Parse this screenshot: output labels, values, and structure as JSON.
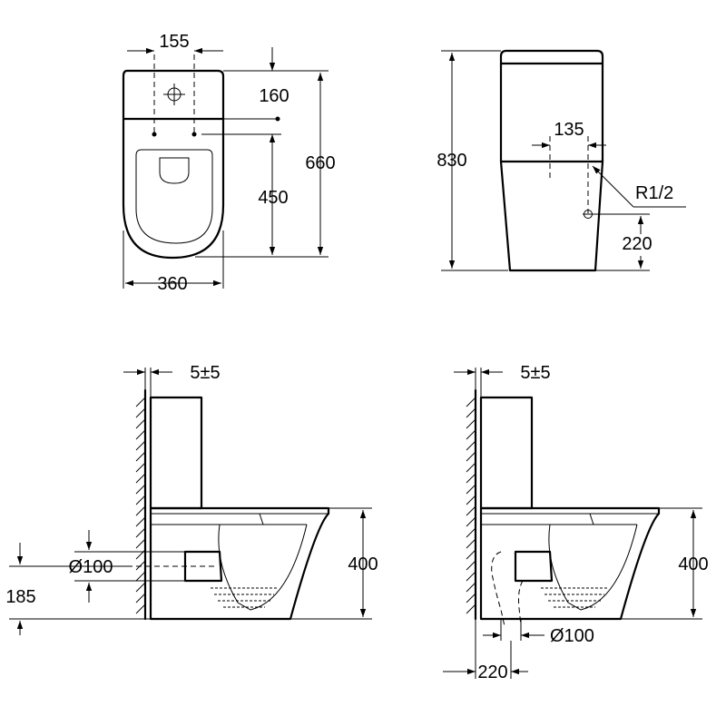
{
  "top_view": {
    "dim_inlet_spacing": "155",
    "dim_inlet_offset": "160",
    "dim_fixing_distance": "450",
    "dim_overall_length": "660",
    "dim_width": "360"
  },
  "side_view_right": {
    "dim_height": "830",
    "dim_inlet_depth": "135",
    "dim_thread": "R1/2",
    "dim_inlet_height": "220"
  },
  "section_left": {
    "dim_wall_gap": "5±5",
    "dim_outlet_diameter": "Ø100",
    "dim_outlet_height": "185",
    "dim_seat_height": "400"
  },
  "section_right": {
    "dim_wall_gap": "5±5",
    "dim_seat_height": "400",
    "dim_outlet_diameter": "Ø100",
    "dim_outlet_offset": "220"
  },
  "icons": {
    "arrow": "arrowhead-icon",
    "wall": "wall-hatch-icon"
  }
}
